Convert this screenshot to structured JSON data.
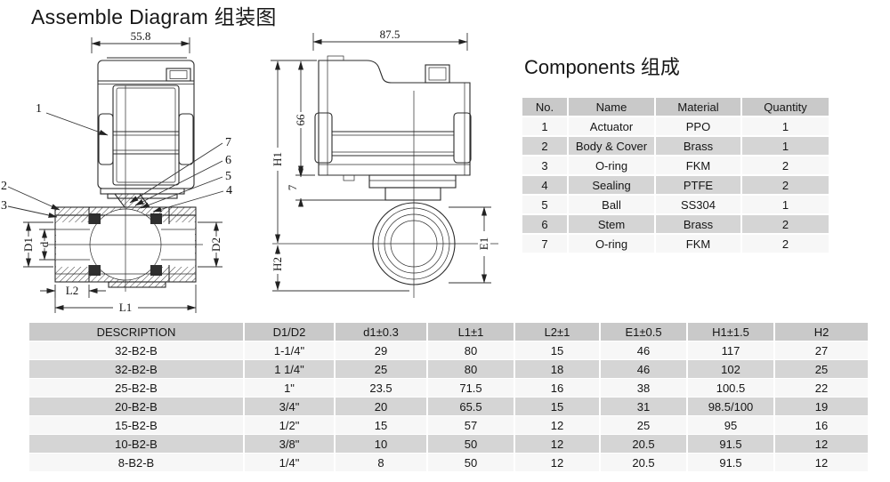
{
  "page": {
    "title": "Assemble Diagram 组装图"
  },
  "front_view": {
    "width_dim": "55.8",
    "parts": {
      "p1": "1",
      "p2": "2",
      "p3": "3",
      "p4": "4",
      "p5": "5",
      "p6": "6",
      "p7": "7"
    },
    "dims": {
      "d1": "D1",
      "d": "d",
      "d2": "D2",
      "l2": "L2",
      "l1": "L1"
    }
  },
  "side_view": {
    "width_dim": "87.5",
    "dims": {
      "h66": "66",
      "h1": "H1",
      "h7": "7",
      "h2": "H2",
      "e1": "E1"
    }
  },
  "components": {
    "title": "Components 组成",
    "headers": [
      "No.",
      "Name",
      "Material",
      "Quantity"
    ],
    "rows": [
      [
        "1",
        "Actuator",
        "PPO",
        "1"
      ],
      [
        "2",
        "Body & Cover",
        "Brass",
        "1"
      ],
      [
        "3",
        "O-ring",
        "FKM",
        "2"
      ],
      [
        "4",
        "Sealing",
        "PTFE",
        "2"
      ],
      [
        "5",
        "Ball",
        "SS304",
        "1"
      ],
      [
        "6",
        "Stem",
        "Brass",
        "2"
      ],
      [
        "7",
        "O-ring",
        "FKM",
        "2"
      ]
    ]
  },
  "spec_table": {
    "headers": [
      "DESCRIPTION",
      "D1/D2",
      "d1±0.3",
      "L1±1",
      "L2±1",
      "E1±0.5",
      "H1±1.5",
      "H2"
    ],
    "rows": [
      [
        "32-B2-B",
        "1-1/4\"",
        "29",
        "80",
        "15",
        "46",
        "117",
        "27"
      ],
      [
        "32-B2-B",
        "1 1/4\"",
        "25",
        "80",
        "18",
        "46",
        "102",
        "25"
      ],
      [
        "25-B2-B",
        "1\"",
        "23.5",
        "71.5",
        "16",
        "38",
        "100.5",
        "22"
      ],
      [
        "20-B2-B",
        "3/4\"",
        "20",
        "65.5",
        "15",
        "31",
        "98.5/100",
        "19"
      ],
      [
        "15-B2-B",
        "1/2\"",
        "15",
        "57",
        "12",
        "25",
        "95",
        "16"
      ],
      [
        "10-B2-B",
        "3/8\"",
        "10",
        "50",
        "12",
        "20.5",
        "91.5",
        "12"
      ],
      [
        "8-B2-B",
        "1/4\"",
        "8",
        "50",
        "12",
        "20.5",
        "91.5",
        "12"
      ]
    ]
  },
  "colors": {
    "header_gray": "#c9c9c9",
    "row_gray": "#d5d5d5",
    "row_light": "#f7f7f7",
    "line": "#2b2b2b"
  }
}
